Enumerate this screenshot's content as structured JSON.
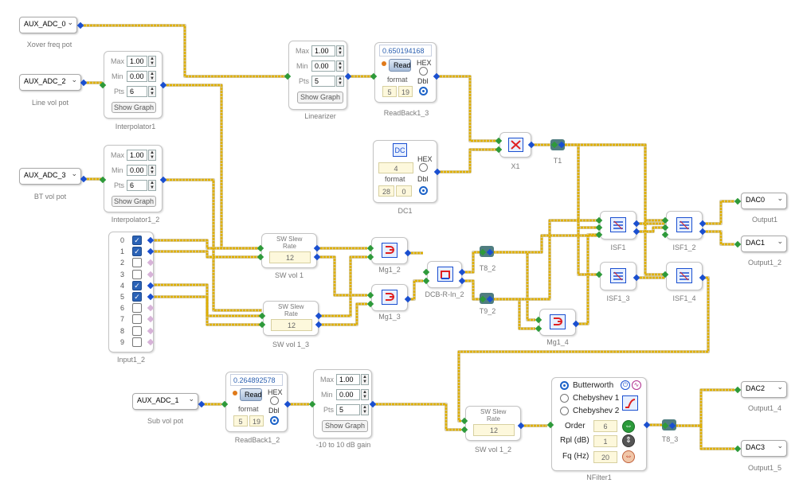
{
  "colors": {
    "wire": "#e0b000",
    "input_pin": "#2e9a3a",
    "output_pin": "#1a4fd0",
    "readback_value": "#2a5fb0"
  },
  "inputs": [
    {
      "id": "aux0",
      "value": "AUX_ADC_0",
      "label": "Xover freq pot"
    },
    {
      "id": "aux2",
      "value": "AUX_ADC_2",
      "label": "Line vol pot"
    },
    {
      "id": "aux3",
      "value": "AUX_ADC_3",
      "label": "BT vol pot"
    },
    {
      "id": "aux1",
      "value": "AUX_ADC_1",
      "label": "Sub vol pot"
    }
  ],
  "outputs": [
    {
      "value": "DAC0",
      "label": "Output1"
    },
    {
      "value": "DAC1",
      "label": "Output1_2"
    },
    {
      "value": "DAC2",
      "label": "Output1_4"
    },
    {
      "value": "DAC3",
      "label": "Output1_5"
    }
  ],
  "interp": {
    "max_label": "Max",
    "min_label": "Min",
    "pts_label": "Pts",
    "show_graph": "Show Graph"
  },
  "interpolator1": {
    "max": "1.00",
    "min": "0.00",
    "pts": "6",
    "label": "Interpolator1"
  },
  "interpolator1_2": {
    "max": "1.00",
    "min": "0.00",
    "pts": "6",
    "label": "Interpolator1_2"
  },
  "linearizer": {
    "max": "1.00",
    "min": "0.00",
    "pts": "5",
    "label": "Linearizer"
  },
  "gain": {
    "max": "1.00",
    "min": "0.00",
    "pts": "5",
    "label": "-10 to 10 dB gain"
  },
  "readback": {
    "read_btn": "Read",
    "format": "format",
    "hex": "HEX",
    "dbl": "Dbl"
  },
  "readback1_3": {
    "value": "0.650194168",
    "f1": "5",
    "f2": "19",
    "label": "ReadBack1_3"
  },
  "readback1_2": {
    "value": "0.264892578",
    "f1": "5",
    "f2": "19",
    "label": "ReadBack1_2"
  },
  "dc1": {
    "icon": "DC",
    "value": "4",
    "hex": "HEX",
    "format": "format",
    "f1": "28",
    "f2": "0",
    "dbl": "Dbl",
    "label": "DC1"
  },
  "sw": {
    "title1": "SW Slew",
    "title2": "Rate",
    "value": "12"
  },
  "sw_labels": {
    "vol1": "SW vol 1",
    "vol1_3": "SW vol 1_3",
    "vol1_2": "SW vol 1_2"
  },
  "node_labels": {
    "x1": "X1",
    "t1": "T1",
    "t8_2": "T8_2",
    "t9_2": "T9_2",
    "t8_3": "T8_3",
    "mg1_2": "Mg1_2",
    "mg1_3": "Mg1_3",
    "mg1_4": "Mg1_4",
    "dcb": "DCB-R-In_2",
    "isf1": "ISF1",
    "isf1_2": "ISF1_2",
    "isf1_3": "ISF1_3",
    "isf1_4": "ISF1_4"
  },
  "input1_2": {
    "label": "Input1_2",
    "channels": [
      "0",
      "1",
      "2",
      "3",
      "4",
      "5",
      "6",
      "7",
      "8",
      "9"
    ],
    "checked": [
      true,
      true,
      false,
      false,
      true,
      true,
      false,
      false,
      false,
      false
    ]
  },
  "nfilter": {
    "label": "NFilter1",
    "options": [
      "Butterworth",
      "Chebyshev 1",
      "Chebyshev 2"
    ],
    "selected": "Butterworth",
    "order_label": "Order",
    "order": "6",
    "rpl_label": "Rpl (dB)",
    "rpl": "1",
    "fq_label": "Fq (Hz)",
    "fq": "20"
  }
}
